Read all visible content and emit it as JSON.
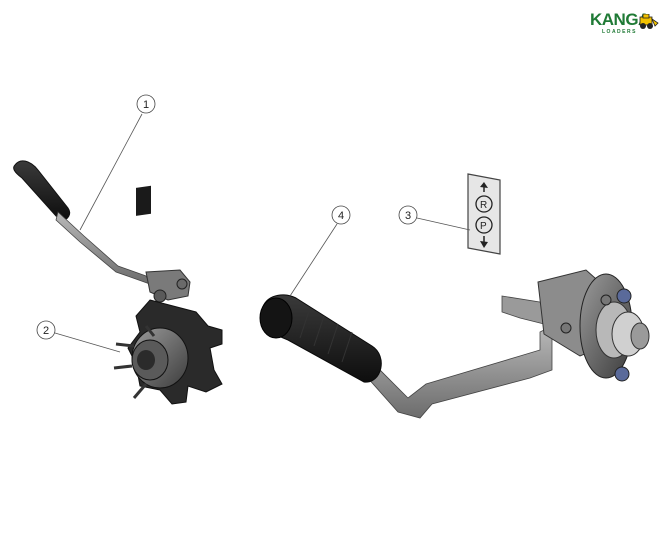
{
  "brand": {
    "name": "KANGA",
    "sub": "LOADERS",
    "color": "#1f7a35",
    "accent": "#f2c200"
  },
  "callouts": [
    {
      "id": "1",
      "label": "1"
    },
    {
      "id": "2",
      "label": "2"
    },
    {
      "id": "3",
      "label": "3"
    },
    {
      "id": "4",
      "label": "4"
    }
  ],
  "decal": {
    "icons": [
      "arrow-up-icon",
      "r-circle-icon",
      "p-circle-icon",
      "arrow-down-icon"
    ],
    "text_r": "R",
    "text_p": "P"
  },
  "colors": {
    "metal": "#8a8a8a",
    "metal_dark": "#4a4a4a",
    "grip": "#1e1e1e",
    "line": "#555555"
  }
}
